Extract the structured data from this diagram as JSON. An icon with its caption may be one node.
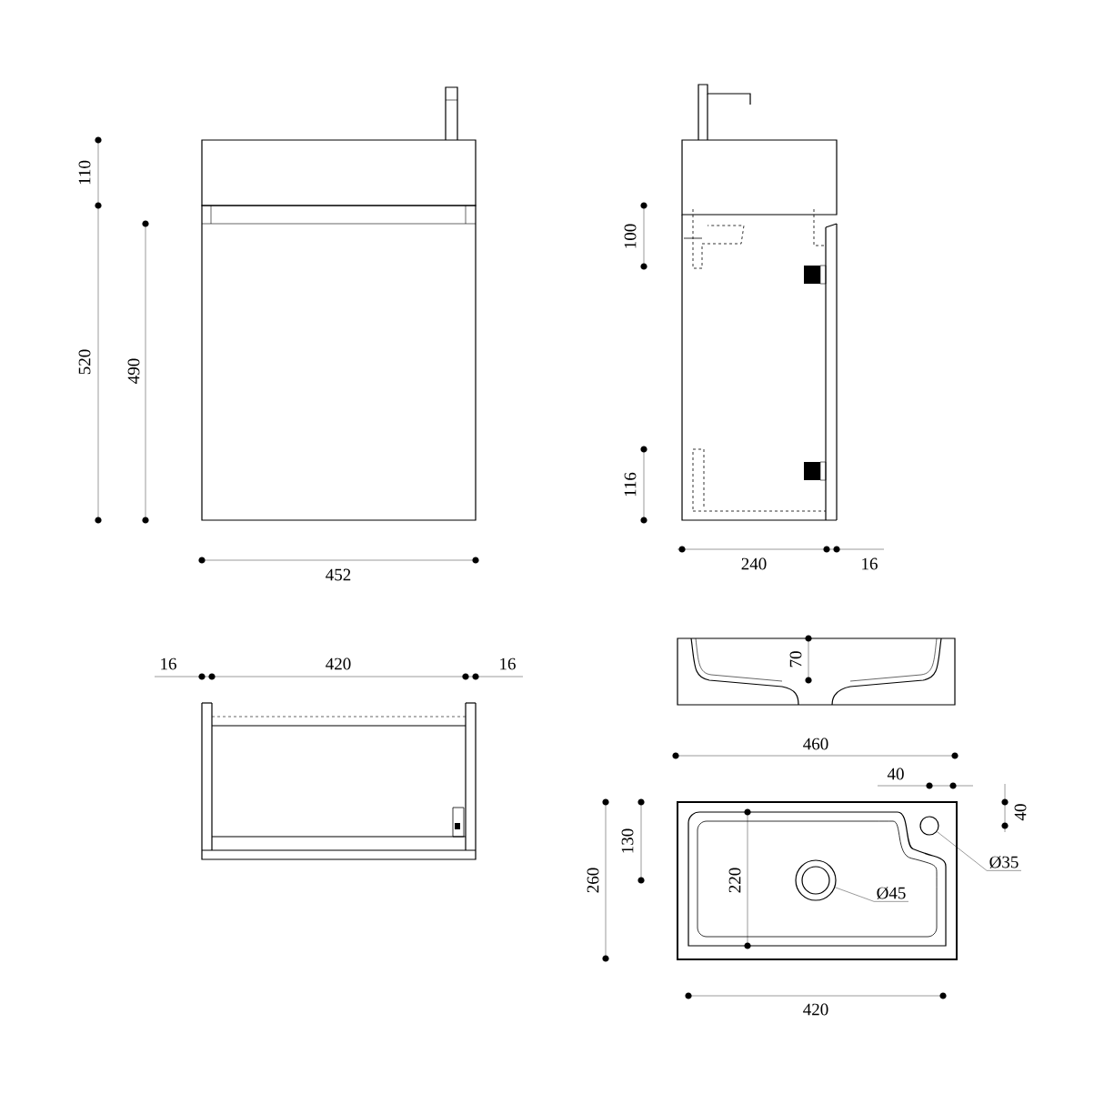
{
  "diagram": {
    "nodes": [
      {
        "text": [
          "Ø45"
        ]
      },
      {
        "text": [],
        "shape": "circle"
      },
      {
        "text": [
          "Ø35"
        ]
      },
      {
        "text": [],
        "shape": "circle"
      }
    ],
    "edges": [
      {
        "from": 0,
        "to": 1,
        "arrow": "none"
      },
      {
        "from": 2,
        "to": 3,
        "arrow": "none"
      }
    ],
    "labels": [
      "110",
      "520",
      "490",
      "452",
      "100",
      "116",
      "240",
      "16",
      "16",
      "420",
      "16",
      "70",
      "460",
      "40",
      "40",
      "260",
      "130",
      "220",
      "420"
    ]
  }
}
